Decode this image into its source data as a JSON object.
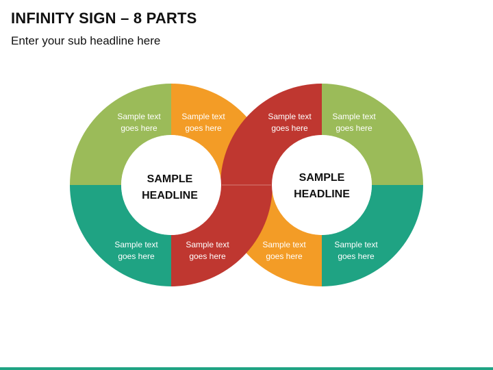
{
  "header": {
    "title": "INFINITY SIGN – 8 PARTS",
    "subtitle": "Enter your sub headline here"
  },
  "colors": {
    "green": "#9BBB59",
    "orange": "#F39C26",
    "red": "#BF3730",
    "teal": "#1FA383",
    "white": "#FFFFFF",
    "bottom_bar": "#1FA383"
  },
  "left_loop": {
    "headline_line1": "SAMPLE",
    "headline_line2": "HEADLINE",
    "segments": [
      {
        "id": "left-top-left",
        "color": "green",
        "text_line1": "Sample text",
        "text_line2": "goes here"
      },
      {
        "id": "left-top-right",
        "color": "orange",
        "text_line1": "Sample text",
        "text_line2": "goes here"
      },
      {
        "id": "left-bottom-left",
        "color": "teal",
        "text_line1": "Sample text",
        "text_line2": "goes here"
      },
      {
        "id": "left-bottom-right",
        "color": "red",
        "text_line1": "Sample text",
        "text_line2": "goes here"
      }
    ]
  },
  "right_loop": {
    "headline_line1": "SAMPLE",
    "headline_line2": "HEADLINE",
    "segments": [
      {
        "id": "right-top-left",
        "color": "red",
        "text_line1": "Sample text",
        "text_line2": "goes here"
      },
      {
        "id": "right-top-right",
        "color": "green",
        "text_line1": "Sample text",
        "text_line2": "goes here"
      },
      {
        "id": "right-bottom-left",
        "color": "orange",
        "text_line1": "Sample text",
        "text_line2": "goes here"
      },
      {
        "id": "right-bottom-right",
        "color": "teal",
        "text_line1": "Sample text",
        "text_line2": "goes here"
      }
    ]
  }
}
